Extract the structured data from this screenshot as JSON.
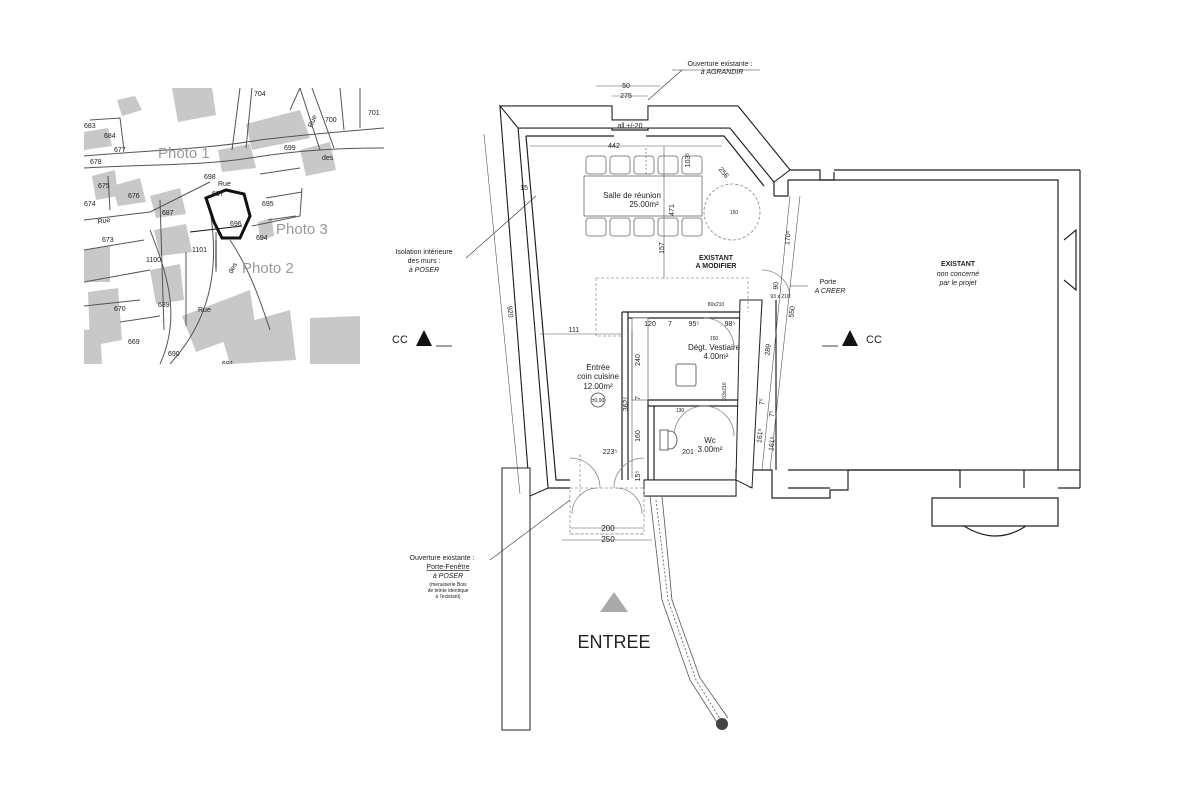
{
  "cadastre": {
    "parcels": [
      "704",
      "700",
      "701",
      "683",
      "684",
      "677",
      "678",
      "698",
      "697",
      "699",
      "675",
      "676",
      "674",
      "687",
      "696",
      "695",
      "694",
      "673",
      "1101",
      "1100",
      "689",
      "670",
      "669",
      "690",
      "691"
    ],
    "street_labels": [
      "Rue",
      "des",
      "Rue",
      "Rue",
      "des",
      "Rue"
    ],
    "photos": [
      "Photo 1",
      "Photo 3",
      "Photo 2"
    ]
  },
  "rooms": {
    "meeting": {
      "name": "Salle de réunion",
      "area": "25.00m²"
    },
    "entry": {
      "name": "Entrée",
      "sub": "coin cuisine",
      "area": "12.00m²"
    },
    "vestiaire": {
      "name": "Dégt. Vestiaire",
      "area": "4.00m²"
    },
    "wc": {
      "name": "Wc",
      "area": "3.00m²"
    },
    "level_mark": "±0,00"
  },
  "labels": {
    "existant_modifier": [
      "EXISTANT",
      "A MODIFIER"
    ],
    "existant_right": [
      "EXISTANT",
      "non concerné",
      "par le projet"
    ],
    "ouverture_top": [
      "Ouverture existante :",
      "à AGRANDIR"
    ],
    "isolation": [
      "Isolation intérieure",
      "des murs  :",
      "à POSER"
    ],
    "porte": [
      "Porte",
      "A CREER"
    ],
    "ouverture_bottom": [
      "Ouverture existante :",
      "Porte-Fenêtre",
      "à POSER",
      "(menuiserie Bois",
      "de teinte identique",
      "à l'existant)"
    ],
    "entree": "ENTREE",
    "section_left": "CC",
    "section_right": "CC",
    "alt": "all.+/-20"
  },
  "dimensions": {
    "d50": "50",
    "d275": "275",
    "d442": "442",
    "d103": "103⁵",
    "d256": "256",
    "d471": "471",
    "d150a": "150",
    "d157": "157",
    "d15": "15",
    "d920": "920",
    "d170": "170⁵",
    "d90": "90",
    "d93": "93 x 210",
    "d550": "550",
    "d289": "289",
    "d7a": "7⁵",
    "d161a": "161⁵",
    "d7b": "7⁵",
    "d161b": "161⁵",
    "d111": "111",
    "d120": "120",
    "d7c": "7",
    "d95": "95⁵",
    "d98": "98⁵",
    "d150b": "150",
    "d240": "240",
    "d362": "362⁵",
    "d7d": "7",
    "d130": "130",
    "d160": "160",
    "d223": "223⁵",
    "d15b": "15⁵",
    "d201": "201",
    "d200": "200",
    "d250": "250",
    "d103b": "103x210",
    "d80": "80x210"
  }
}
